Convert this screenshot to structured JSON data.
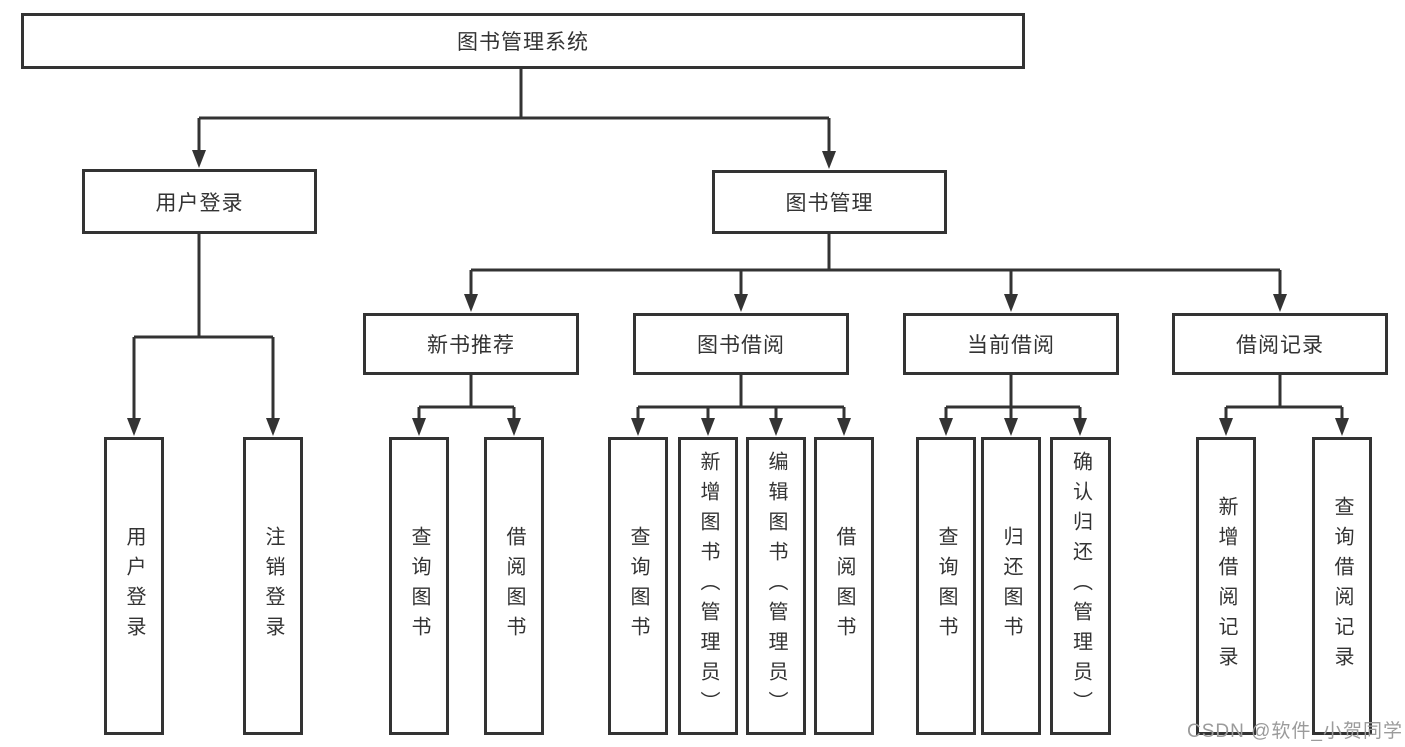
{
  "diagram": {
    "type": "hierarchy",
    "root": {
      "label": "图书管理系统"
    },
    "level2": {
      "user_login_group": {
        "label": "用户登录"
      },
      "book_mgmt_group": {
        "label": "图书管理"
      }
    },
    "level3": {
      "new_book_rec": {
        "label": "新书推荐",
        "parent": "图书管理"
      },
      "book_borrow": {
        "label": "图书借阅",
        "parent": "图书管理"
      },
      "current_borrow": {
        "label": "当前借阅",
        "parent": "图书管理"
      },
      "borrow_record": {
        "label": "借阅记录",
        "parent": "图书管理"
      }
    },
    "leaves": {
      "user_login": {
        "label": "用户登录",
        "parent": "用户登录"
      },
      "logout": {
        "label": "注销登录",
        "parent": "用户登录"
      },
      "rec_query": {
        "label": "查询图书",
        "parent": "新书推荐"
      },
      "rec_borrow": {
        "label": "借阅图书",
        "parent": "新书推荐"
      },
      "bb_query": {
        "label": "查询图书",
        "parent": "图书借阅"
      },
      "bb_add": {
        "label": "新增图书（管理员）",
        "parent": "图书借阅"
      },
      "bb_edit": {
        "label": "编辑图书（管理员）",
        "parent": "图书借阅"
      },
      "bb_borrow": {
        "label": "借阅图书",
        "parent": "图书借阅"
      },
      "cb_query": {
        "label": "查询图书",
        "parent": "当前借阅"
      },
      "cb_return": {
        "label": "归还图书",
        "parent": "当前借阅"
      },
      "cb_confirm": {
        "label": "确认归还（管理员）",
        "parent": "当前借阅"
      },
      "br_add": {
        "label": "新增借阅记录",
        "parent": "借阅记录"
      },
      "br_query": {
        "label": "查询借阅记录",
        "parent": "借阅记录"
      }
    }
  },
  "watermark": {
    "text": "CSDN @软件_小贺同学"
  },
  "colors": {
    "line": "#333333",
    "box_border": "#333333",
    "box_background": "#ffffff",
    "text": "#333333",
    "watermark": "#9b9b9b",
    "background": "#ffffff"
  }
}
